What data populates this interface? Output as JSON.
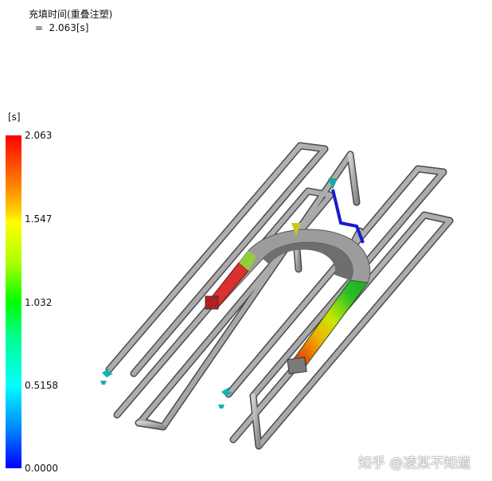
{
  "header": {
    "title": "充填时间(重叠注塑)",
    "value_line": " =  2.063[s]"
  },
  "legend": {
    "unit": "[s]",
    "ticks": [
      "2.063",
      "1.547",
      "1.032",
      "0.5158",
      "0.0000"
    ],
    "colors": [
      "#ff0000",
      "#ffff00",
      "#00ff00",
      "#00ffff",
      "#0000ff"
    ]
  },
  "viewport": {
    "model_description_icon": "cooling-channel-icon"
  },
  "watermark": "知乎 @凌某不知道"
}
